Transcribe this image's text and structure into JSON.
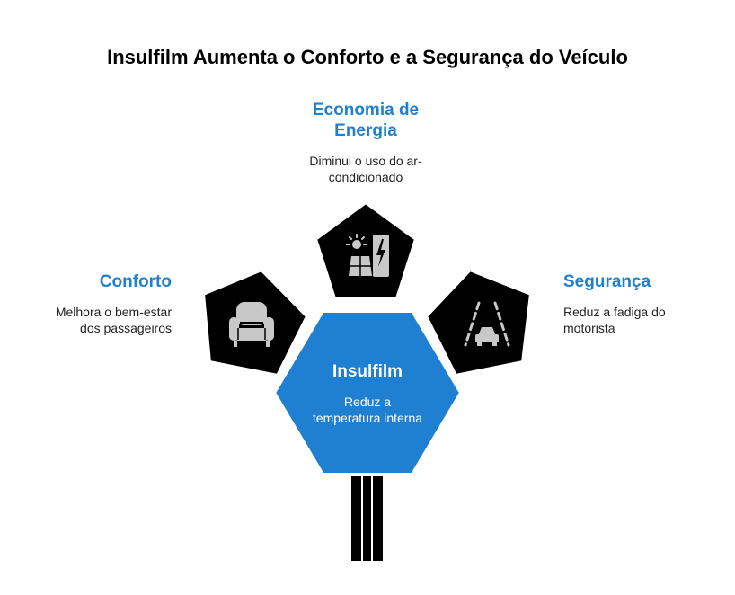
{
  "title": "Insulfilm Aumenta o Conforto e a Segurança do Veículo",
  "colors": {
    "accent": "#1f7fd0",
    "node_fill": "#000000",
    "icon": "#c8c8c8",
    "stand": "#000000"
  },
  "center": {
    "title": "Insulfilm",
    "description_line1": "Reduz a",
    "description_line2": "temperatura interna"
  },
  "nodes": {
    "economia": {
      "title_line1": "Economia de",
      "title_line2": "Energia",
      "description_line1": "Diminui o uso do ar-",
      "description_line2": "condicionado",
      "icon": "solar-panel-battery-icon"
    },
    "conforto": {
      "title": "Conforto",
      "description_line1": "Melhora o bem-estar",
      "description_line2": "dos passageiros",
      "icon": "armchair-icon"
    },
    "seguranca": {
      "title": "Segurança",
      "description_line1": "Reduz a fadiga do",
      "description_line2": "motorista",
      "icon": "car-on-road-icon"
    }
  }
}
